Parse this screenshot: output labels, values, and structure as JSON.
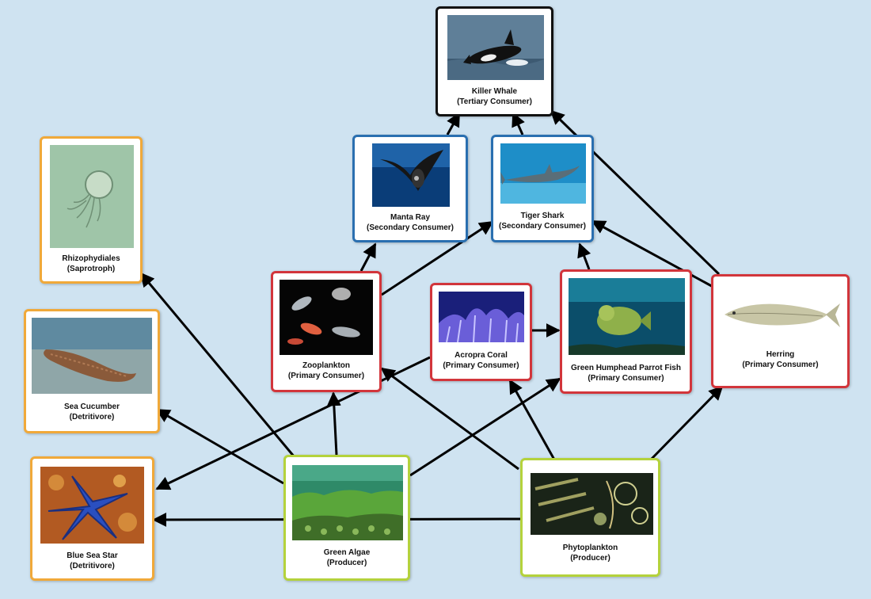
{
  "organisms": {
    "killer_whale": {
      "name": "Killer Whale",
      "role": "(Tertiary Consumer)"
    },
    "manta_ray": {
      "name": "Manta Ray",
      "role": "(Secondary Consumer)"
    },
    "tiger_shark": {
      "name": "Tiger Shark",
      "role": "(Secondary Consumer)"
    },
    "rhizophydiales": {
      "name": "Rhizophydiales",
      "role": "(Saprotroph)"
    },
    "zooplankton": {
      "name": "Zooplankton",
      "role": "(Primary Consumer)"
    },
    "acropra_coral": {
      "name": "Acropra Coral",
      "role": "(Primary Consumer)"
    },
    "parrot_fish": {
      "name": "Green Humphead Parrot Fish",
      "role": "(Primary Consumer)"
    },
    "herring": {
      "name": "Herring",
      "role": "(Primary Consumer)"
    },
    "sea_cucumber": {
      "name": "Sea Cucumber",
      "role": "(Detritivore)"
    },
    "blue_sea_star": {
      "name": "Blue Sea Star",
      "role": "(Detritivore)"
    },
    "green_algae": {
      "name": "Green Algae",
      "role": "(Producer)"
    },
    "phytoplankton": {
      "name": "Phytoplankton",
      "role": "(Producer)"
    }
  },
  "colors": {
    "tertiary": "#111111",
    "secondary": "#2a6fb0",
    "primary": "#d2353b",
    "producer": "#b4d23c",
    "detritivore": "#f0a93a",
    "background": "#cfe3f1"
  }
}
